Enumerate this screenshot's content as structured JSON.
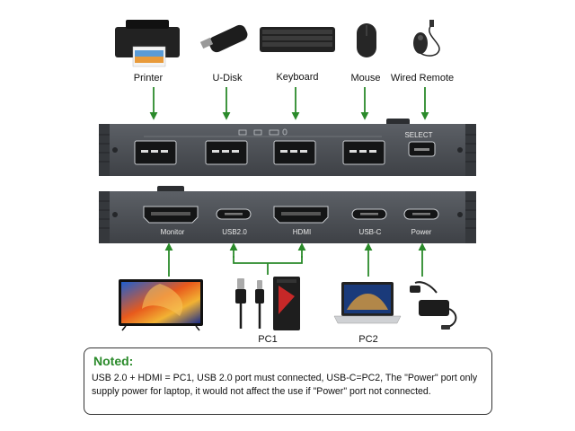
{
  "top_devices": [
    {
      "key": "printer",
      "label": "Printer"
    },
    {
      "key": "udisk",
      "label": "U-Disk"
    },
    {
      "key": "keyboard",
      "label": "Keyboard"
    },
    {
      "key": "mouse",
      "label": "Mouse"
    },
    {
      "key": "remote",
      "label": "Wired Remote"
    }
  ],
  "top_panel": {
    "select_label": "SELECT"
  },
  "bottom_ports": [
    "Monitor",
    "USB2.0",
    "HDMI",
    "USB-C",
    "Power"
  ],
  "pc_labels": {
    "pc1": "PC1",
    "pc2": "PC2"
  },
  "colors": {
    "arrow": "#2a8a2a",
    "panel": "#4a4d52",
    "note_title": "#2a8a2a"
  },
  "note": {
    "title": "Noted:",
    "body": "USB 2.0 + HDMI = PC1, USB 2.0 port must connected, USB-C=PC2, The \"Power\" port only supply power for laptop, it would not affect the use if \"Power\" port not connected."
  }
}
